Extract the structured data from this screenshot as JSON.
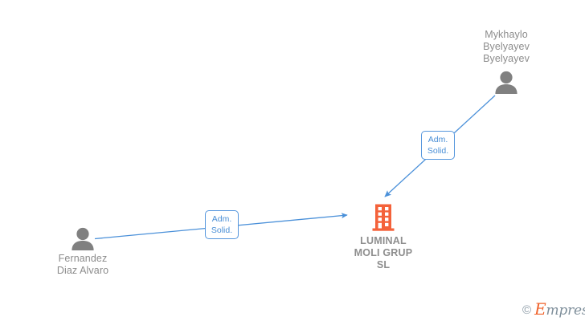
{
  "graph": {
    "background": "#ffffff",
    "accent_blue": "#4a8fd6",
    "edge_blue": "#4a90d9",
    "company_orange": "#f4623a",
    "person_gray": "#808080",
    "text_gray": "#8c8c8c"
  },
  "nodes": {
    "person_left": {
      "id": "fernandez-diaz-alvaro",
      "type": "person",
      "icon": "person-icon",
      "label": "Fernandez\nDiaz Alvaro"
    },
    "person_top_right": {
      "id": "mykhaylo-byelyayev-byelyayev",
      "type": "person",
      "icon": "person-icon",
      "label": "Mykhaylo\nByelyayev\nByelyayev"
    },
    "company": {
      "id": "luminal-moli-grup-sl",
      "type": "company",
      "icon": "building-icon",
      "label": "LUMINAL\nMOLI GRUP\nSL"
    }
  },
  "edges": [
    {
      "id": "edge-fernandez-to-luminal",
      "from": "fernandez-diaz-alvaro",
      "to": "luminal-moli-grup-sl",
      "label": "Adm.\nSolid.",
      "direction": "to-company"
    },
    {
      "id": "edge-mykhaylo-to-luminal",
      "from": "mykhaylo-byelyayev-byelyayev",
      "to": "luminal-moli-grup-sl",
      "label": "Adm.\nSolid.",
      "direction": "to-company"
    }
  ],
  "watermark": {
    "copyright": "©",
    "brand_initial": "E",
    "brand_rest": "mpresia"
  }
}
